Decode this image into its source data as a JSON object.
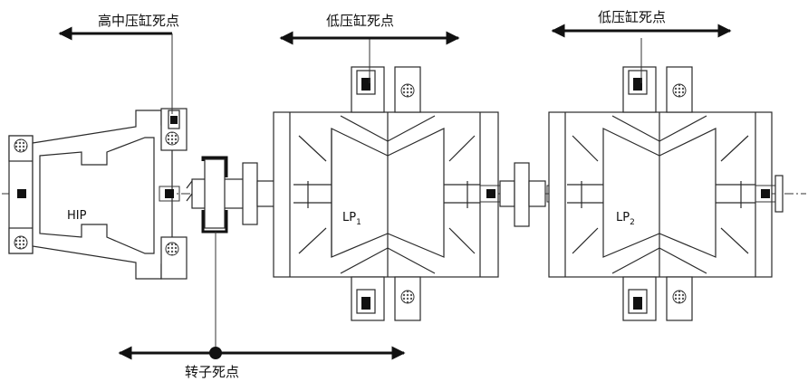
{
  "labels": {
    "hip_deadpoint": "高中压缸死点",
    "lp1_deadpoint": "低压缸死点",
    "lp2_deadpoint": "低压缸死点",
    "rotor_deadpoint": "转子死点",
    "hip": "HIP",
    "lp1_main": "LP",
    "lp1_sub": "1",
    "lp2_main": "LP",
    "lp2_sub": "2"
  },
  "colors": {
    "line": "#2a2a2a",
    "fill": "#111111",
    "background": "#ffffff"
  }
}
